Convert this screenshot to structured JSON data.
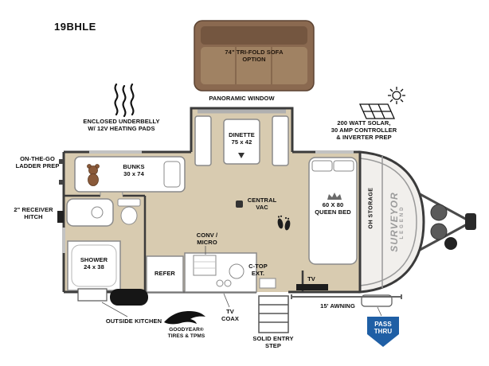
{
  "title": "19BHLE",
  "callouts": {
    "sofa_option": "74\" TRI-FOLD SOFA\nOPTION",
    "panoramic_window": "PANORAMIC WINDOW",
    "enclosed_underbelly": "ENCLOSED UNDERBELLY\nW/ 12V HEATING PADS",
    "solar_prep": "200 WATT SOLAR,\n30 AMP CONTROLLER\n& INVERTER PREP",
    "ladder_prep": "ON-THE-GO\nLADDER PREP",
    "receiver_hitch": "2\" RECEIVER\nHITCH",
    "outside_kitchen": "OUTSIDE KITCHEN",
    "goodyear": "GOODYEAR®\nTIRES & TPMS",
    "tv_coax": "TV\nCOAX",
    "entry_step": "SOLID ENTRY\nSTEP",
    "awning": "15' AWNING",
    "pass_thru": "PASS\nTHRU"
  },
  "rooms": {
    "bunks": "BUNKS\n30 x 74",
    "dinette": "DINETTE\n75 x 42",
    "central_vac": "CENTRAL\nVAC",
    "queen_bed": "60 X 80\nQUEEN BED",
    "oh_storage": "OH STORAGE",
    "shower": "SHOWER\n24 x 38",
    "refer": "REFER",
    "conv_micro": "CONV /\nMICRO",
    "ctop_ext": "C-TOP\nEXT.",
    "tv": "TV"
  },
  "branding": {
    "name": "SURVEYOR",
    "series": "LEGEND"
  },
  "colors": {
    "sofa_brown": "#8a6950",
    "floor_tan": "#d8cbb0",
    "pass_thru_blue": "#1f5fa5",
    "wall": "#3b3b3b"
  },
  "icons": [
    "heat-waves-icon",
    "solar-panel-icon",
    "sun-icon",
    "teddy-bear-icon",
    "slide-arrow-icon",
    "crown-icon",
    "footprint-icon",
    "central-vac-icon",
    "goodyear-wingfoot-icon",
    "tire-icon",
    "entry-steps",
    "hitch-coupler",
    "propane-tanks",
    "tongue-jack-wheel"
  ]
}
